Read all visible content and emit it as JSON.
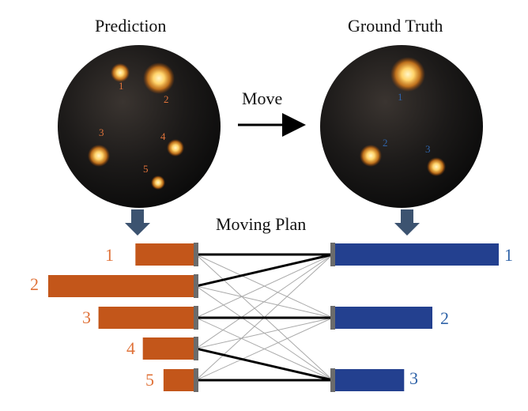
{
  "titles": {
    "prediction": "Prediction",
    "ground_truth": "Ground Truth",
    "move": "Move",
    "moving_plan": "Moving Plan"
  },
  "colors": {
    "prediction": "#c3561a",
    "ground_truth": "#23408f",
    "prediction_text": "#e0733a",
    "ground_truth_text": "#2f63a8",
    "arrow_block": "#3c5370",
    "thick_edge": "#000000",
    "thin_edge": "#a9a9a9",
    "handle": "#6b6b6b"
  },
  "prediction_sphere_labels": [
    "1",
    "2",
    "3",
    "4",
    "5"
  ],
  "ground_truth_sphere_labels": [
    "1",
    "2",
    "3"
  ],
  "prediction_bars": [
    {
      "label": "1",
      "size": 0.41
    },
    {
      "label": "2",
      "size": 1.0
    },
    {
      "label": "3",
      "size": 0.66
    },
    {
      "label": "4",
      "size": 0.36
    },
    {
      "label": "5",
      "size": 0.22
    }
  ],
  "ground_truth_bars": [
    {
      "label": "1",
      "size": 1.0
    },
    {
      "label": "2",
      "size": 0.6
    },
    {
      "label": "3",
      "size": 0.43
    }
  ],
  "matches": [
    {
      "from": "1",
      "to": "1"
    },
    {
      "from": "2",
      "to": "1"
    },
    {
      "from": "3",
      "to": "2"
    },
    {
      "from": "4",
      "to": "3"
    },
    {
      "from": "5",
      "to": "3"
    }
  ]
}
